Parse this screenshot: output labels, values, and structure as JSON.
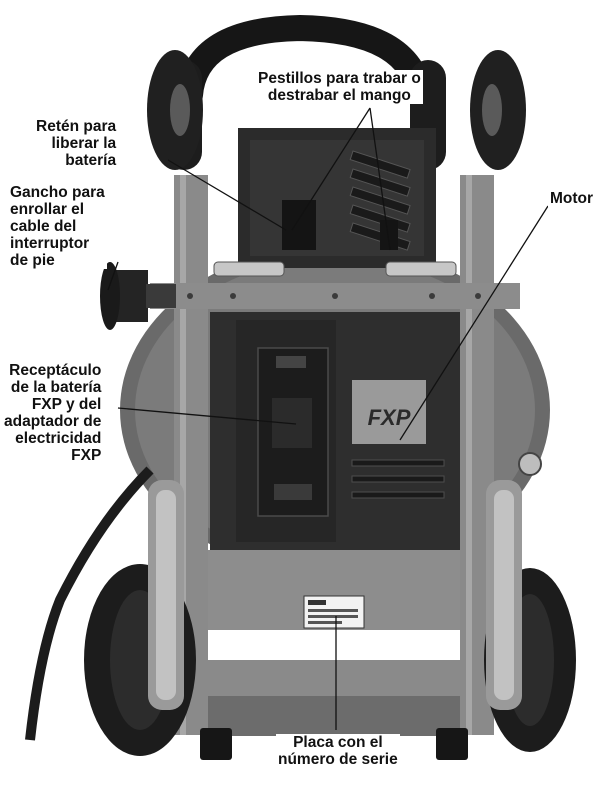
{
  "callouts": {
    "pestillos": "Pestillos para trabar o\ndestrabar el mango",
    "reten": "Retén para\nliberar la\nbatería",
    "gancho": "Gancho para\nenrollar el\ncable del\ninterruptor\nde pie",
    "motor": "Motor",
    "receptaculo": "Receptáculo\nde la batería\nFXP y del\nadaptador de\nelectricidad\nFXP",
    "placa": "Placa con el\nnúmero de serie"
  },
  "machine": {
    "motor_badge": "FXP"
  },
  "colors": {
    "background": "#ffffff",
    "frame": "#8a8a8a",
    "frame_dark": "#5c5c5c",
    "motor_housing": "#2e2e2e",
    "tire": "#1c1c1c",
    "badge_bg": "#9a9a9a"
  }
}
